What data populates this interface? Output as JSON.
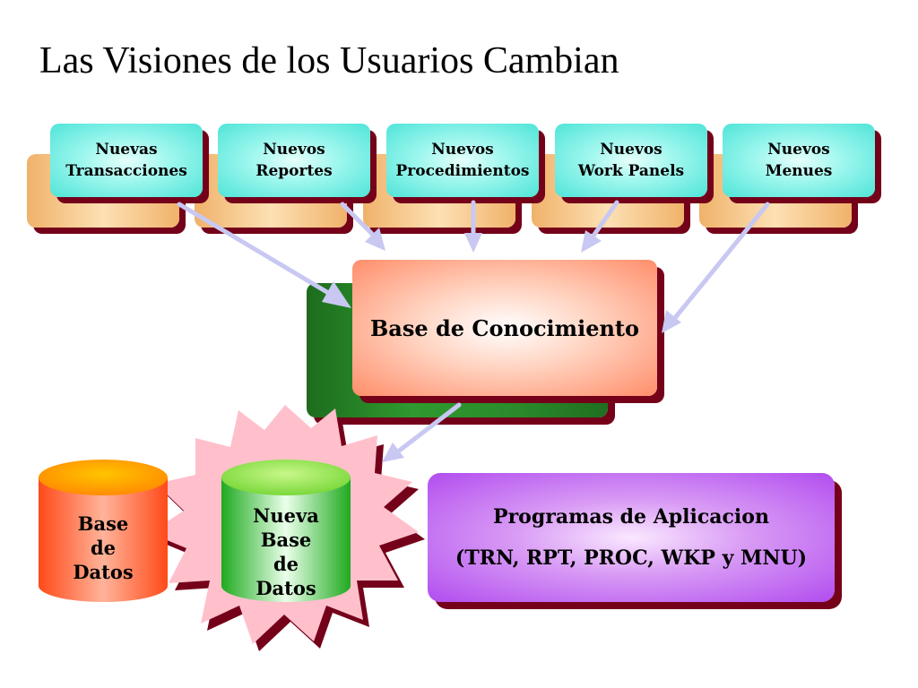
{
  "title": "Las Visiones de los Usuarios Cambian",
  "top_boxes": [
    {
      "line1": "Nuevas",
      "line2": "Transacciones"
    },
    {
      "line1": "Nuevos",
      "line2": "Reportes"
    },
    {
      "line1": "Nuevos",
      "line2": "Procedimientos"
    },
    {
      "line1": "Nuevos",
      "line2": "Work Panels"
    },
    {
      "line1": "Nuevos",
      "line2": "Menues"
    }
  ],
  "knowledge_base": {
    "label": "Base de Conocimiento"
  },
  "database": {
    "line1": "Base",
    "line2": "de",
    "line3": "Datos"
  },
  "new_database": {
    "line1": "Nueva",
    "line2": "Base",
    "line3": "de",
    "line4": "Datos"
  },
  "applications": {
    "line1": "Programas de Aplicacion",
    "line2": "(TRN, RPT, PROC, WKP y MNU)"
  },
  "colors": {
    "shadow": "#74001a",
    "arrow": "#c8c8f2",
    "top_box": "#9ff7ee",
    "orange_back": "#f0b26a",
    "knowledge_base": "#ff8d6a",
    "knowledge_base_back": "#2f9a2f",
    "database": "#ff5a1e",
    "new_database": "#5ac83c",
    "starburst": "#ffc0cc",
    "applications": "#b14cef"
  },
  "icons": [
    "arrow-icon",
    "starburst-icon",
    "database-cylinder-icon"
  ]
}
